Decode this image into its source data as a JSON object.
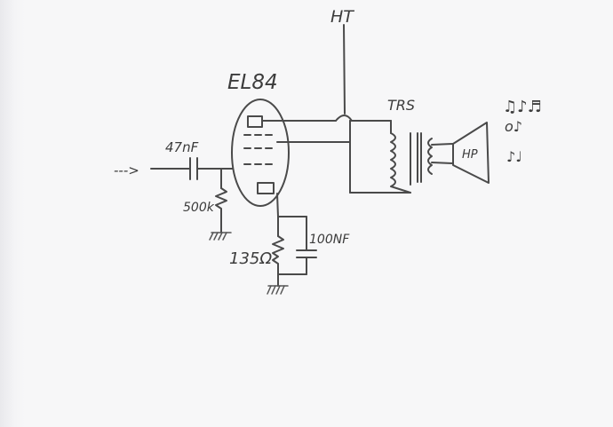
{
  "labels": {
    "supply": "HT",
    "tube": "EL84",
    "transformer": "TRS",
    "speaker": "HP",
    "input": "--->",
    "coupling_cap": "47nF",
    "grid_resistor": "500k",
    "cathode_resistor": "135Ω",
    "cathode_cap": "100NF",
    "notes": "♫♪♬"
  },
  "colors": {
    "ink": "#4a4a4a",
    "paper": "#f7f7f8"
  },
  "icons": [
    "ground-icon",
    "speaker-icon",
    "music-notes-icon"
  ]
}
